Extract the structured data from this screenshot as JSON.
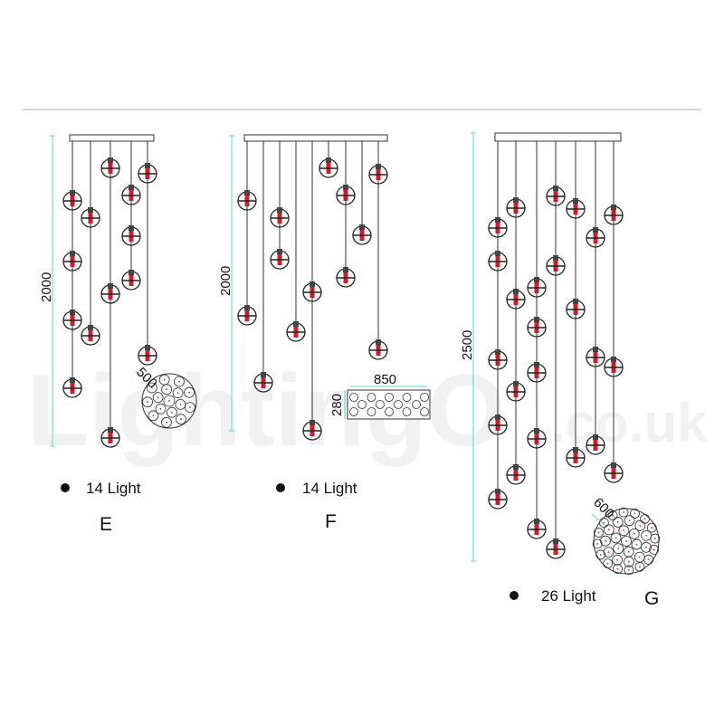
{
  "watermark": {
    "main": "LightingO",
    "suffix": ".co.uk"
  },
  "colors": {
    "dimension": "#5fd3d8",
    "bulb": "#c8202a",
    "line": "#222222",
    "rule": "#c8c8c8"
  },
  "models": [
    {
      "letter": "E",
      "lights_label": "14 Light",
      "height_dim": "2000",
      "canopy_dim": "500",
      "canopy_shape": "round"
    },
    {
      "letter": "F",
      "lights_label": "14 Light",
      "height_dim": "2000",
      "canopy_width_dim": "850",
      "canopy_depth_dim": "280",
      "canopy_shape": "rectangle"
    },
    {
      "letter": "G",
      "lights_label": "26 Light",
      "height_dim": "2500",
      "canopy_dim": "600",
      "canopy_shape": "round"
    }
  ]
}
